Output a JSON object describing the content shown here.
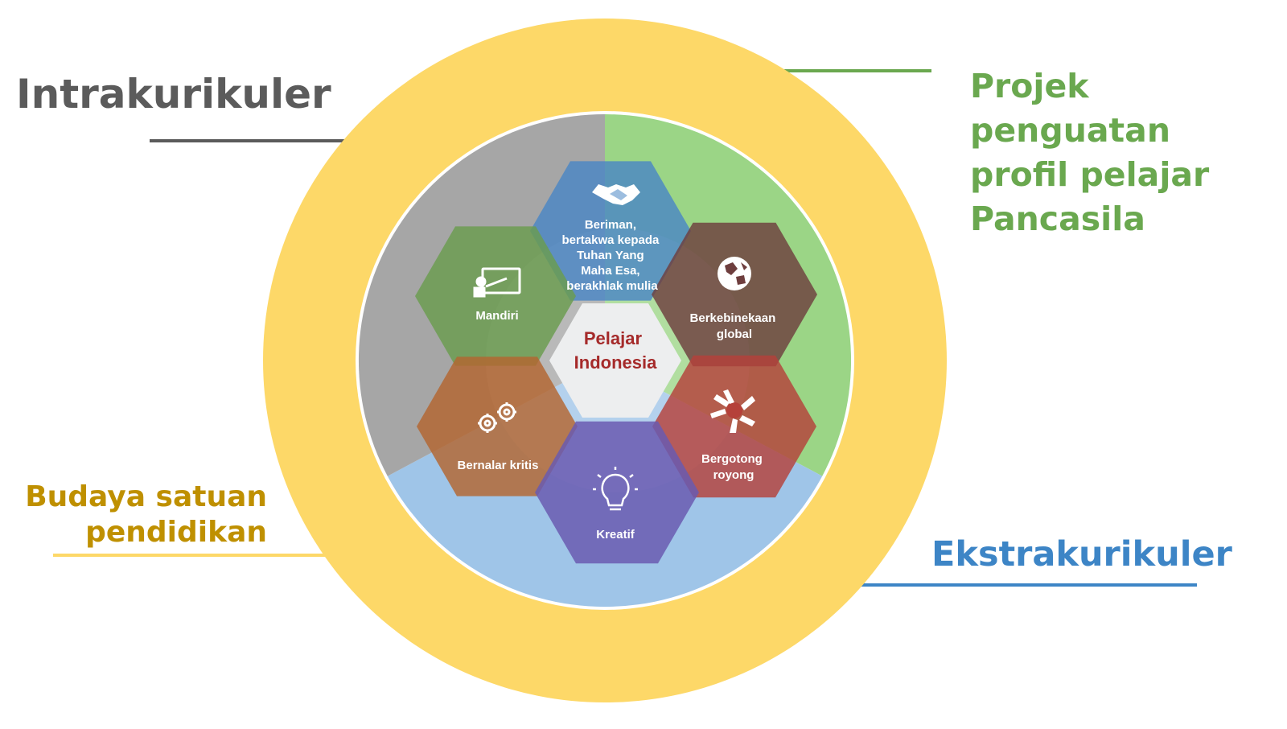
{
  "callouts": {
    "intrakurikuler": "Intrakurikuler",
    "projek": [
      "Projek",
      "penguatan",
      "profil pelajar",
      "Pancasila"
    ],
    "budaya": [
      "Budaya satuan",
      "pendidikan"
    ],
    "ekstrakurikuler": "Ekstrakurikuler"
  },
  "center": [
    "Pelajar",
    "Indonesia"
  ],
  "hexagons": [
    {
      "id": "beriman",
      "icon": "handshake-icon",
      "lines": [
        "Beriman,",
        "bertakwa kepada",
        "Tuhan Yang",
        "Maha Esa,",
        "berakhlak mulia"
      ]
    },
    {
      "id": "mandiri",
      "icon": "presentation-board-icon",
      "lines": [
        "Mandiri"
      ]
    },
    {
      "id": "berkebinekaan",
      "icon": "globe-icon",
      "lines": [
        "Berkebinekaan",
        "global"
      ]
    },
    {
      "id": "bernalar",
      "icon": "gears-icon",
      "lines": [
        "Bernalar kritis"
      ]
    },
    {
      "id": "bergotong",
      "icon": "joined-hands-icon",
      "lines": [
        "Bergotong",
        "royong"
      ]
    },
    {
      "id": "kreatif",
      "icon": "lightbulb-icon",
      "lines": [
        "Kreatif"
      ]
    }
  ],
  "colors": {
    "budaya_ring": "#fdd868",
    "intrakurikuler": "#a6a6a6",
    "projek": "#9bd586",
    "ekstrakurikuler": "#9fc5e8",
    "hex_beriman": "#4a86c5",
    "hex_mandiri": "#6a9c4e",
    "hex_berkebinekaan": "#6e3e3e",
    "hex_bernalar": "#b3652f",
    "hex_bergotong": "#b5413a",
    "hex_kreatif": "#6a5bb0",
    "center_hex": "#e8eaeb"
  }
}
